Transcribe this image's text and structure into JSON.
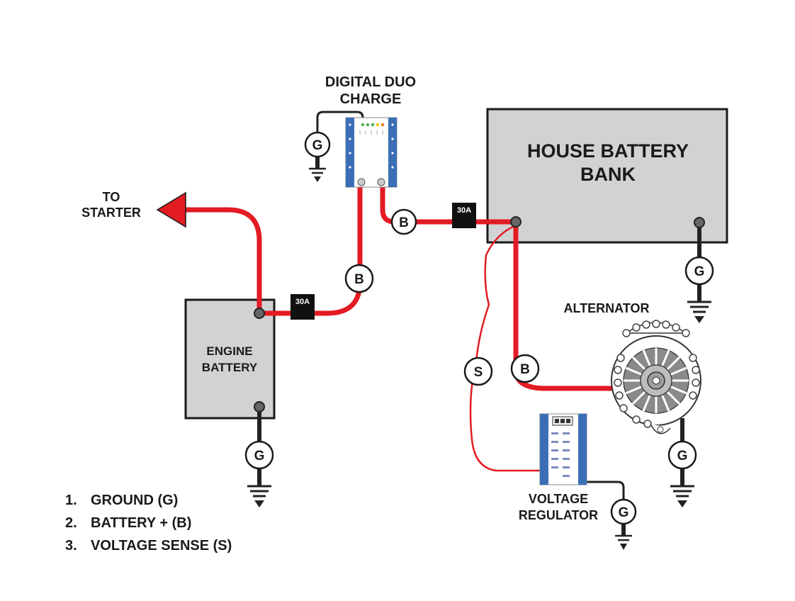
{
  "labels": {
    "to_starter_line1": "TO",
    "to_starter_line2": "STARTER",
    "charger_line1": "DIGITAL DUO",
    "charger_line2": "CHARGE",
    "house_bank_line1": "HOUSE BATTERY",
    "house_bank_line2": "BANK",
    "engine_battery_line1": "ENGINE",
    "engine_battery_line2": "BATTERY",
    "alternator": "ALTERNATOR",
    "regulator_line1": "VOLTAGE",
    "regulator_line2": "REGULATOR"
  },
  "fuses": {
    "label": "30A"
  },
  "nodes": {
    "ground": "G",
    "battery": "B",
    "sense": "S"
  },
  "legend": [
    {
      "num": "1.",
      "text": "GROUND (G)"
    },
    {
      "num": "2.",
      "text": "BATTERY + (B)"
    },
    {
      "num": "3.",
      "text": "VOLTAGE SENSE (S)"
    }
  ],
  "colors": {
    "wire_positive": "#e31b23",
    "wire_ground": "#222222",
    "box_fill": "#d1d2d4",
    "device_blue": "#3a6fb6"
  }
}
